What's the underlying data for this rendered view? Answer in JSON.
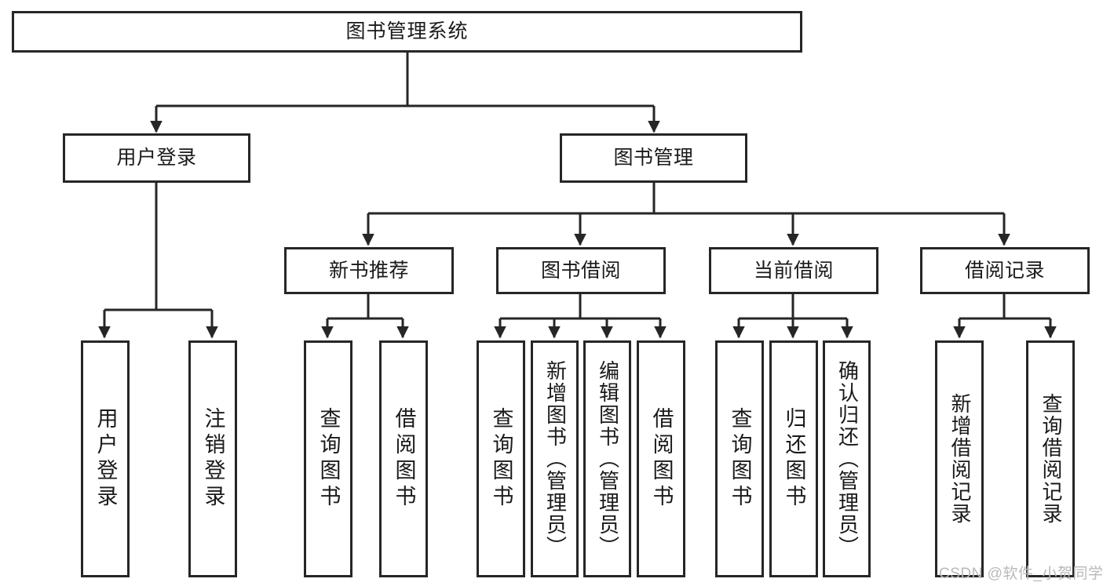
{
  "diagram": {
    "title": "图书管理系统",
    "type": "functional-structure-tree",
    "watermark": "CSDN @软件_小贺同学",
    "colors": {
      "stroke": "#262626",
      "fill": "#ffffff",
      "text": "#1a1a1a",
      "watermark": "#b9b9b9"
    }
  },
  "nodes": {
    "root": {
      "label": "图书管理系统"
    },
    "level2": [
      {
        "id": "user-login",
        "label": "用户登录"
      },
      {
        "id": "book-manage",
        "label": "图书管理"
      }
    ],
    "level3": [
      {
        "id": "new-book-recommend",
        "label": "新书推荐"
      },
      {
        "id": "book-borrow",
        "label": "图书借阅"
      },
      {
        "id": "current-borrow",
        "label": "当前借阅"
      },
      {
        "id": "borrow-record",
        "label": "借阅记录"
      }
    ],
    "leaves": {
      "user_login": [
        {
          "id": "leaf-user-login",
          "label": "用户登录"
        },
        {
          "id": "leaf-logout-login",
          "label": "注销登录"
        }
      ],
      "new_book_recommend": [
        {
          "id": "leaf-query-book-1",
          "label": "查询图书"
        },
        {
          "id": "leaf-borrow-book-1",
          "label": "借阅图书"
        }
      ],
      "book_borrow": [
        {
          "id": "leaf-query-book-2",
          "label": "查询图书"
        },
        {
          "id": "leaf-add-book",
          "label": "新增图书（管理员）"
        },
        {
          "id": "leaf-edit-book",
          "label": "编辑图书（管理员）"
        },
        {
          "id": "leaf-borrow-book-2",
          "label": "借阅图书"
        }
      ],
      "current_borrow": [
        {
          "id": "leaf-query-book-3",
          "label": "查询图书"
        },
        {
          "id": "leaf-return-book",
          "label": "归还图书"
        },
        {
          "id": "leaf-confirm-return",
          "label": "确认归还（管理员）"
        }
      ],
      "borrow_record": [
        {
          "id": "leaf-add-record",
          "label": "新增借阅记录"
        },
        {
          "id": "leaf-query-record",
          "label": "查询借阅记录"
        }
      ]
    }
  }
}
